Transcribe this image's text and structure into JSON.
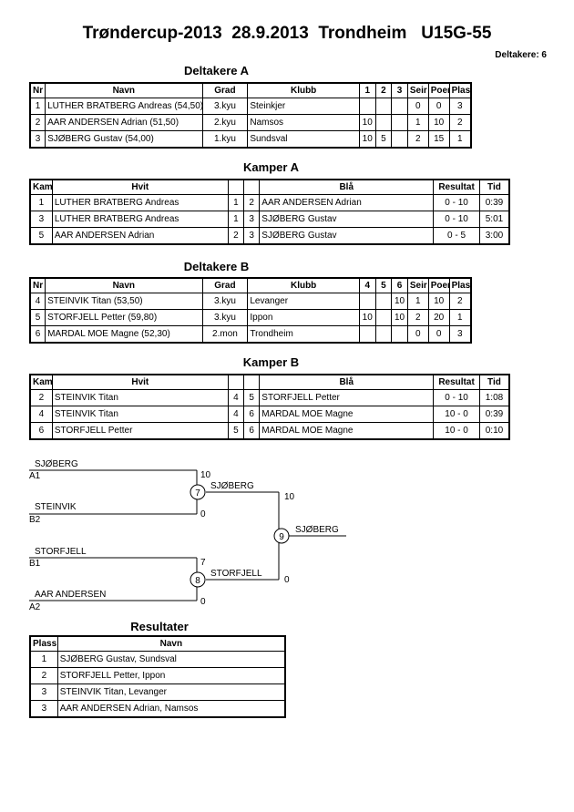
{
  "title": "Trøndercup-2013  28.9.2013  Trondheim   U15G-55",
  "deltakere_count": "Deltakere: 6",
  "groupA": {
    "heading": "Deltakere A",
    "headers": [
      "Nr",
      "Navn",
      "Grad",
      "Klubb",
      "1",
      "2",
      "3",
      "Seir",
      "Poeng",
      "Plass"
    ],
    "rows": [
      {
        "nr": "1",
        "navn": "LUTHER BRATBERG Andreas  (54,50)",
        "grad": "3.kyu",
        "klubb": "Steinkjer",
        "s1": "",
        "s2": "",
        "s3": "",
        "seir": "0",
        "poeng": "0",
        "plass": "3"
      },
      {
        "nr": "2",
        "navn": "AAR ANDERSEN Adrian  (51,50)",
        "grad": "2.kyu",
        "klubb": "Namsos",
        "s1": "10",
        "s2": "",
        "s3": "",
        "seir": "1",
        "poeng": "10",
        "plass": "2"
      },
      {
        "nr": "3",
        "navn": "SJØBERG Gustav  (54,00)",
        "grad": "1.kyu",
        "klubb": "Sundsval",
        "s1": "10",
        "s2": "5",
        "s3": "",
        "seir": "2",
        "poeng": "15",
        "plass": "1"
      }
    ]
  },
  "kamperA": {
    "heading": "Kamper A",
    "headers": [
      "Kamp",
      "Hvit",
      "Blå",
      "Resultat",
      "Tid"
    ],
    "rows": [
      {
        "kamp": "1",
        "hvit": "LUTHER BRATBERG Andreas",
        "h": "1",
        "b": "2",
        "bla": "AAR ANDERSEN Adrian",
        "res": "0 - 10",
        "tid": "0:39"
      },
      {
        "kamp": "3",
        "hvit": "LUTHER BRATBERG Andreas",
        "h": "1",
        "b": "3",
        "bla": "SJØBERG Gustav",
        "res": "0 - 10",
        "tid": "5:01"
      },
      {
        "kamp": "5",
        "hvit": "AAR ANDERSEN Adrian",
        "h": "2",
        "b": "3",
        "bla": "SJØBERG Gustav",
        "res": "0 - 5",
        "tid": "3:00"
      }
    ]
  },
  "groupB": {
    "heading": "Deltakere B",
    "headers": [
      "Nr",
      "Navn",
      "Grad",
      "Klubb",
      "4",
      "5",
      "6",
      "Seir",
      "Poeng",
      "Plass"
    ],
    "rows": [
      {
        "nr": "4",
        "navn": "STEINVIK Titan  (53,50)",
        "grad": "3.kyu",
        "klubb": "Levanger",
        "s1": "",
        "s2": "",
        "s3": "10",
        "seir": "1",
        "poeng": "10",
        "plass": "2"
      },
      {
        "nr": "5",
        "navn": "STORFJELL Petter  (59,80)",
        "grad": "3.kyu",
        "klubb": "Ippon",
        "s1": "10",
        "s2": "",
        "s3": "10",
        "seir": "2",
        "poeng": "20",
        "plass": "1"
      },
      {
        "nr": "6",
        "navn": "MARDAL MOE Magne  (52,30)",
        "grad": "2.mon",
        "klubb": "Trondheim",
        "s1": "",
        "s2": "",
        "s3": "",
        "seir": "0",
        "poeng": "0",
        "plass": "3"
      }
    ]
  },
  "kamperB": {
    "heading": "Kamper B",
    "headers": [
      "Kamp",
      "Hvit",
      "Blå",
      "Resultat",
      "Tid"
    ],
    "rows": [
      {
        "kamp": "2",
        "hvit": "STEINVIK Titan",
        "h": "4",
        "b": "5",
        "bla": "STORFJELL Petter",
        "res": "0 - 10",
        "tid": "1:08"
      },
      {
        "kamp": "4",
        "hvit": "STEINVIK Titan",
        "h": "4",
        "b": "6",
        "bla": "MARDAL MOE Magne",
        "res": "10 - 0",
        "tid": "0:39"
      },
      {
        "kamp": "6",
        "hvit": "STORFJELL Petter",
        "h": "5",
        "b": "6",
        "bla": "MARDAL MOE Magne",
        "res": "10 - 0",
        "tid": "0:10"
      }
    ]
  },
  "bracket": {
    "m7_top_name": "SJØBERG",
    "m7_top_seed": "A1",
    "m7_top_score": "10",
    "m7_bot_name": "STEINVIK",
    "m7_bot_seed": "B2",
    "m7_bot_score": "0",
    "m7_num": "7",
    "m7_winner": "SJØBERG",
    "m8_top_name": "STORFJELL",
    "m8_top_seed": "B1",
    "m8_top_score": "7",
    "m8_bot_name": "AAR ANDERSEN",
    "m8_bot_seed": "A2",
    "m8_bot_score": "0",
    "m8_num": "8",
    "m8_winner": "STORFJELL",
    "m9_num": "9",
    "m9_top_score": "10",
    "m9_bot_score": "0",
    "m9_winner": "SJØBERG"
  },
  "resultater": {
    "heading": "Resultater",
    "headers": [
      "Plass",
      "Navn"
    ],
    "rows": [
      {
        "plass": "1",
        "navn": "SJØBERG Gustav, Sundsval"
      },
      {
        "plass": "2",
        "navn": "STORFJELL Petter, Ippon"
      },
      {
        "plass": "3",
        "navn": "STEINVIK Titan, Levanger"
      },
      {
        "plass": "3",
        "navn": "AAR ANDERSEN Adrian, Namsos"
      }
    ]
  }
}
